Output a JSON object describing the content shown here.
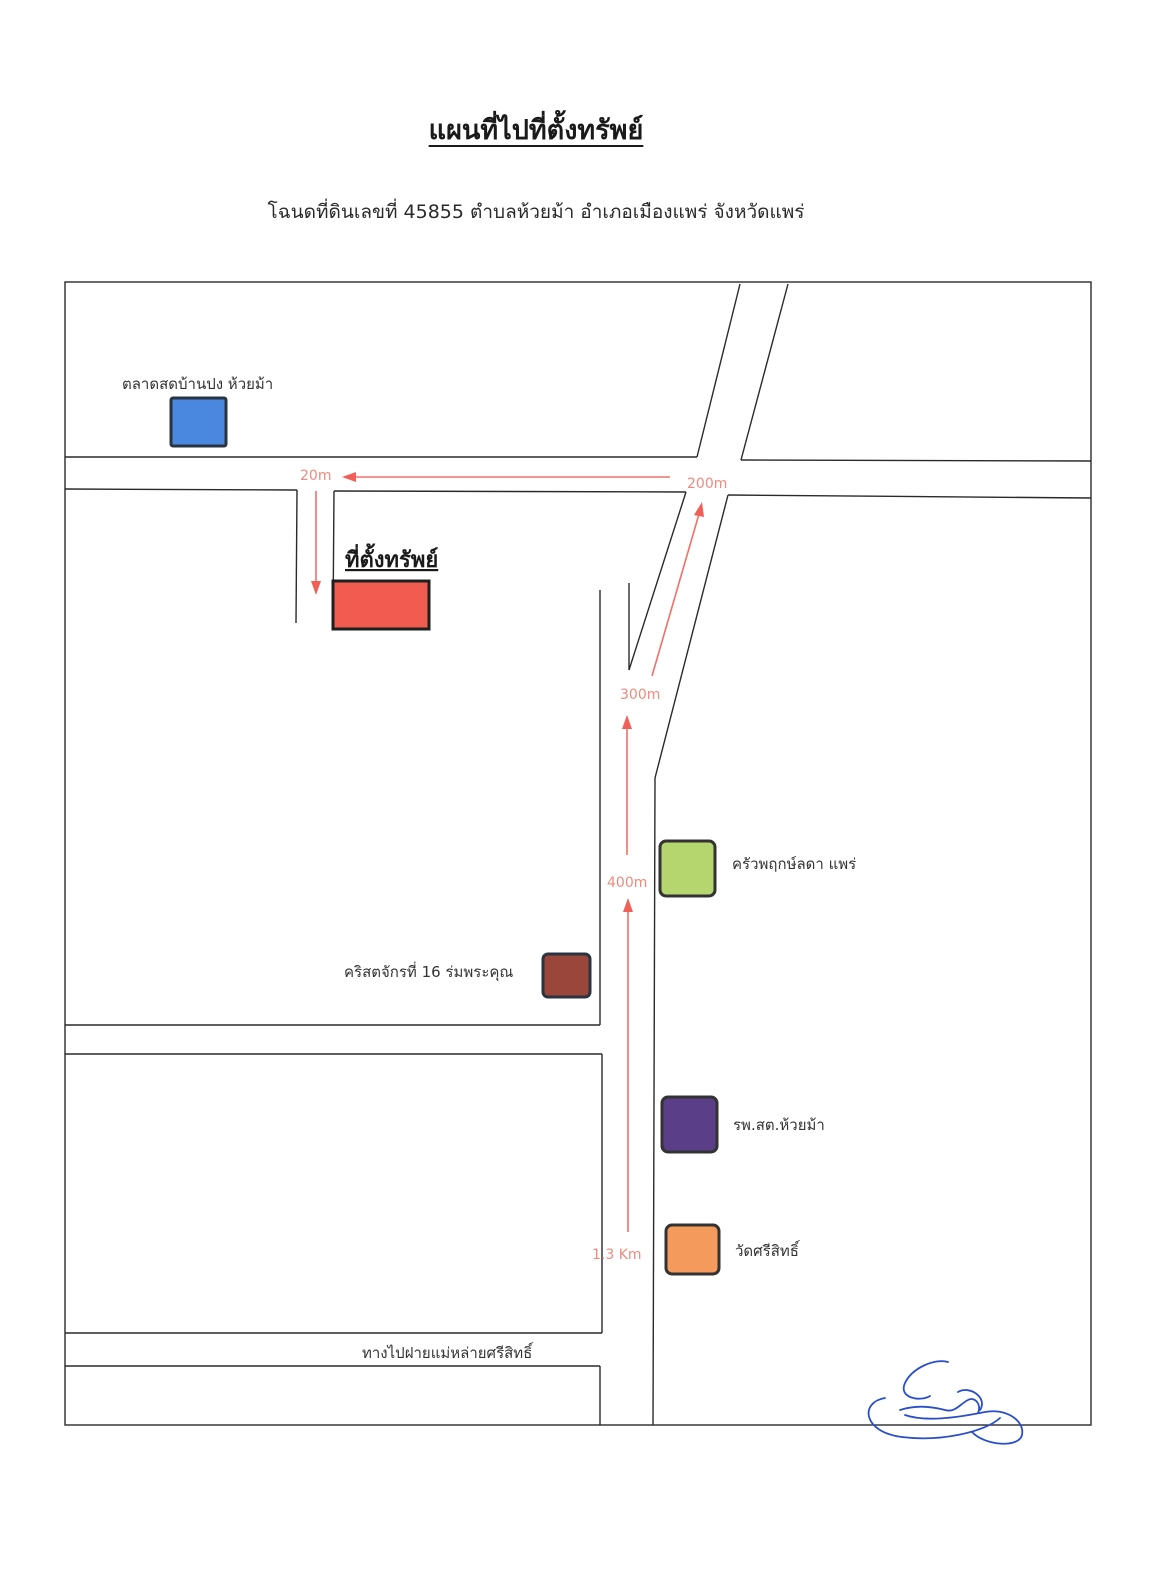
{
  "document": {
    "title": "แผนที่ไปที่ตั้งทรัพย์",
    "subtitle": "โฉนดที่ดินเลขที่ 45855 ตำบลห้วยม้า อำเภอเมืองแพร่ จังหวัดแพร่"
  },
  "map": {
    "property_label": "ที่ตั้งทรัพย์",
    "landmarks": {
      "market": {
        "label": "ตลาดสดบ้านปง ห้วยม้า",
        "color": "#4a88e0"
      },
      "property": {
        "color": "#f25c50"
      },
      "restaurant": {
        "label": "ครัวพฤกษ์ลดา แพร่",
        "color": "#b5d56e"
      },
      "church": {
        "label": "คริสตจักรที่ 16 ร่มพระคุณ",
        "color": "#9a463a"
      },
      "health_center": {
        "label": "รพ.สต.ห้วยม้า",
        "color": "#5a3f88"
      },
      "temple": {
        "label": "วัดศรีสิทธิ์",
        "color": "#f39a5c"
      }
    },
    "road_label": "ทางไปฝายแม่หล่ายศรีสิทธิ์",
    "distances": {
      "d1": "20m",
      "d2": "200m",
      "d3": "300m",
      "d4": "400m",
      "d5": "1.3 Km"
    },
    "route_color": "#f07068"
  },
  "signature": {
    "description_color": "#2a4fc8"
  }
}
